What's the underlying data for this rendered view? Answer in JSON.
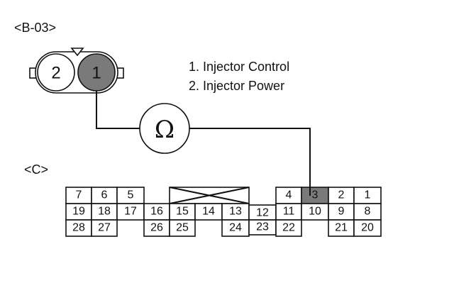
{
  "connector_b": {
    "label": "<B-03>",
    "pin_left": "2",
    "pin_right": "1"
  },
  "legend": [
    "1. Injector Control",
    "2. Injector Power"
  ],
  "meter_symbol": "Ω",
  "connector_c": {
    "label": "<C>",
    "probed_pin": "3",
    "pins": {
      "left_top": [
        "7",
        "6",
        "5"
      ],
      "left_mid": [
        "19",
        "18",
        "17"
      ],
      "left_bot": [
        "28",
        "27"
      ],
      "center_mid": [
        "16",
        "15",
        "14",
        "13"
      ],
      "center_bot": [
        "26",
        "25",
        "24"
      ],
      "center_low": [
        "12",
        "23"
      ],
      "right_top": [
        "4",
        "3",
        "2",
        "1"
      ],
      "right_mid": [
        "11",
        "10",
        "9",
        "8"
      ],
      "right_bot": [
        "22",
        "21",
        "20"
      ]
    }
  },
  "colors": {
    "line": "#111111",
    "highlight": "#7a7a7a"
  }
}
